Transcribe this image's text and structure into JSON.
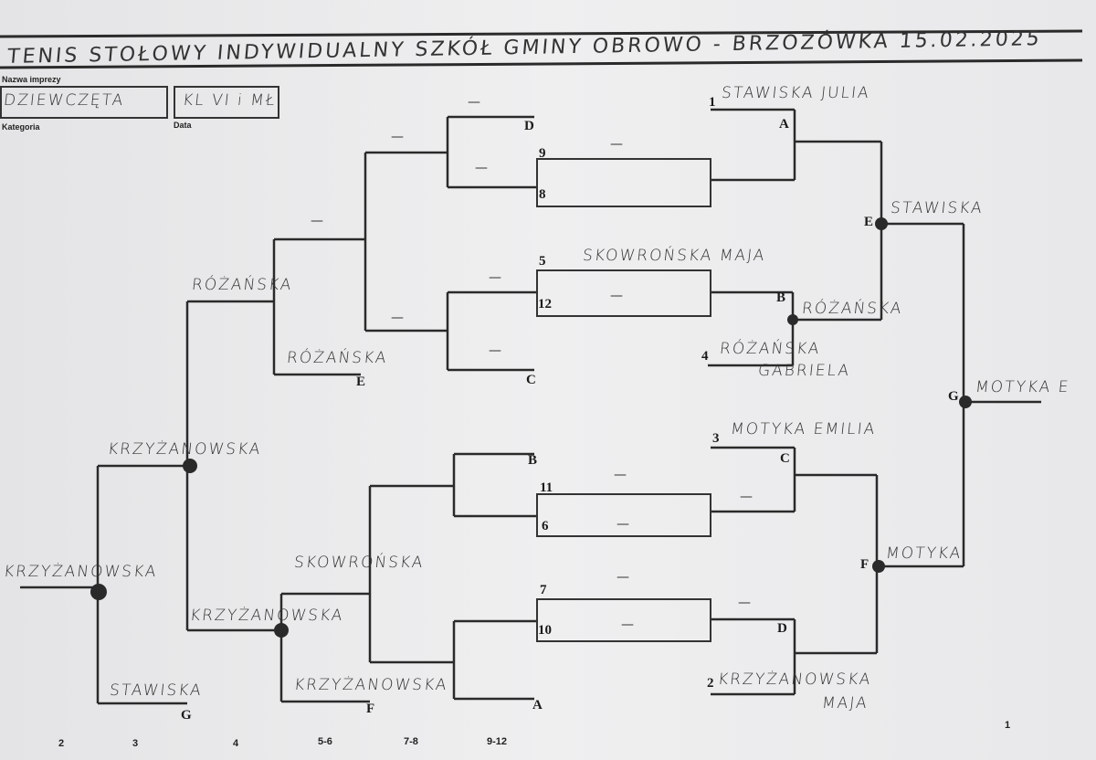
{
  "header": {
    "title": "TENIS STOŁOWY INDYWIDUALNY SZKÓŁ GMINY OBROWO - BRZOZÓWKA 15.02.2025",
    "event_label": "Nazwa imprezy",
    "category_label": "Kategoria",
    "date_label": "Data",
    "category_value": "DZIEWCZĘTA",
    "class_value": "KL VI i MŁ."
  },
  "seeds": {
    "s1": {
      "num": "1",
      "name": "STAWISKA JULIA"
    },
    "s5": {
      "num": "5",
      "name": "SKOWROŃSKA MAJA"
    },
    "s4": {
      "num": "4",
      "name": "RÓŻAŃSKA",
      "name2": "GABRIELA"
    },
    "s3": {
      "num": "3",
      "name": "MOTYKA EMILIA"
    },
    "s2": {
      "num": "2",
      "name": "KRZYŻANOWSKA",
      "name2": "MAJA"
    }
  },
  "slots": [
    "9",
    "8",
    "12",
    "11",
    "6",
    "7",
    "10"
  ],
  "match_letters": {
    "A": "A",
    "B": "B",
    "C": "C",
    "D": "D",
    "E": "E",
    "F": "F",
    "G": "G"
  },
  "winners_right": {
    "E": "STAWISKA",
    "B": "RÓŻAŃSKA",
    "G": "MOTYKA E",
    "F": "MOTYKA"
  },
  "winners_left": {
    "r1": "RÓŻAŃSKA",
    "r2": "RÓŻAŃSKA",
    "k1": "KRZYŻANOWSKA",
    "k_final": "KRZYŻANOWSKA",
    "s_g": "STAWISKA",
    "skow": "SKOWROŃSKA",
    "k2": "KRZYŻANOWSKA",
    "k3": "KRZYŻANOWSKA"
  },
  "dash": "—",
  "places": [
    "2",
    "3",
    "4",
    "5-6",
    "7-8",
    "9-12",
    "1"
  ]
}
